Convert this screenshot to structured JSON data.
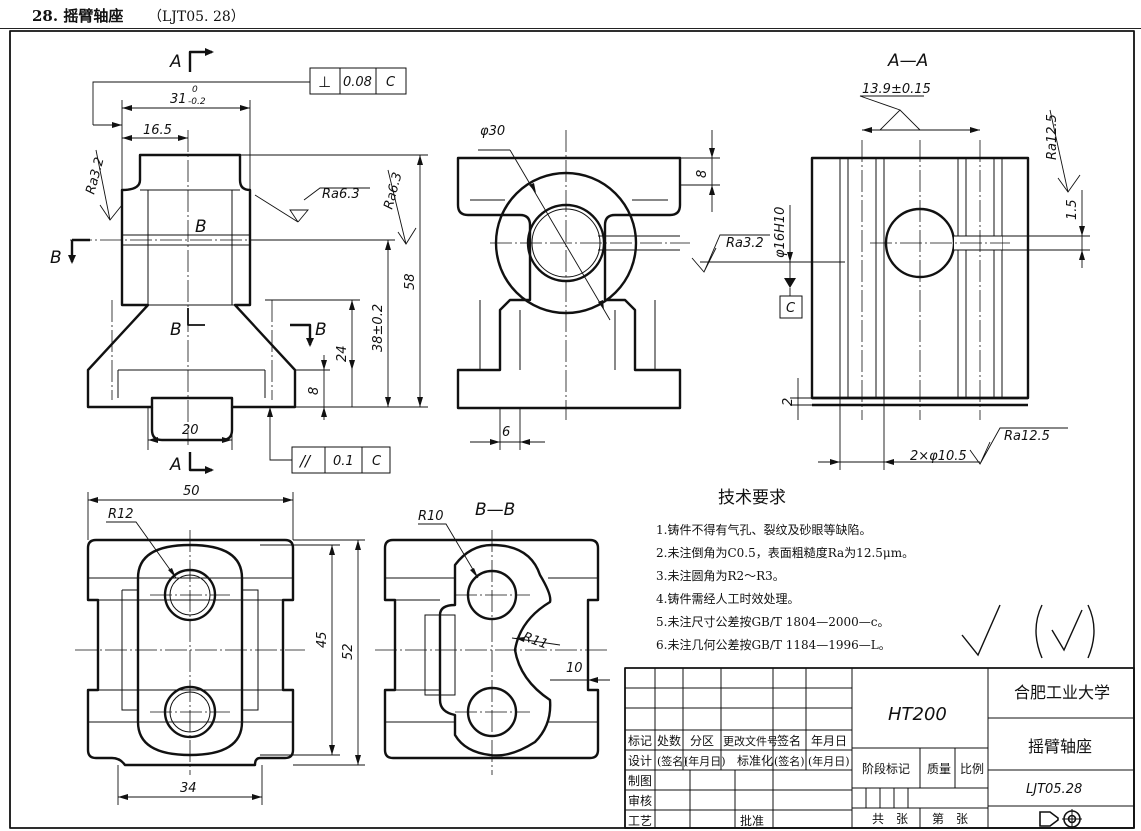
{
  "header": {
    "number": "28.",
    "title": "摇臂轴座",
    "code": "（LJT05. 28）"
  },
  "views": {
    "section_aa": "A—A",
    "section_bb": "B—B",
    "cut_a": "A",
    "cut_b": "B"
  },
  "dimensions": {
    "d31": "31",
    "d31_tol_up": "0",
    "d31_tol_dn": "-0.2",
    "d16_5": "16.5",
    "d58": "58",
    "d38": "38±0.2",
    "d24": "24",
    "d8_front": "8",
    "d20": "20",
    "phi30": "φ30",
    "d8_side": "8",
    "d6": "6",
    "d13_9": "13.9±0.15",
    "phi16": "φ16H10",
    "d1_5": "1.5",
    "d2": "2",
    "holes": "2×φ10.5",
    "d50": "50",
    "r12": "R12",
    "d45": "45",
    "d52": "52",
    "d34": "34",
    "r10": "R10",
    "r11": "R11",
    "d10": "10"
  },
  "tolerances": {
    "perp_symbol": "⊥",
    "perp_value": "0.08",
    "perp_datum": "C",
    "par_symbol": "//",
    "par_value": "0.1",
    "par_datum": "C",
    "datum_c": "C"
  },
  "roughness": {
    "ra32_a": "Ra3.2",
    "ra63_a": "Ra6.3",
    "ra63_b": "Ra6.3",
    "ra32_b": "Ra3.2",
    "ra125_a": "Ra12.5",
    "ra125_b": "Ra12.5"
  },
  "tech": {
    "title": "技术要求",
    "items": [
      "1.铸件不得有气孔、裂纹及砂眼等缺陷。",
      "2.未注倒角为C0.5，表面粗糙度Ra为12.5μm。",
      "3.未注圆角为R2～R3。",
      "4.铸件需经人工时效处理。",
      "5.未注尺寸公差按GB/T 1804—2000—c。",
      "6.未注几何公差按GB/T 1184—1996—L。"
    ]
  },
  "title_block": {
    "material": "HT200",
    "school": "合肥工业大学",
    "part_name": "摇臂轴座",
    "drawing_no": "LJT05.28",
    "row1": [
      "标记",
      "处数",
      "分区",
      "更改文件号",
      "签名",
      "年月日"
    ],
    "row2": [
      "设计",
      "(签名)",
      "(年月日)",
      "标准化",
      "(签名)",
      "(年月日)"
    ],
    "stage": "阶段标记",
    "mass": "质量",
    "scale": "比例",
    "draw": "制图",
    "check": "审核",
    "craft": "工艺",
    "approve": "批准",
    "total": "共　张",
    "sheet": "第　张"
  }
}
